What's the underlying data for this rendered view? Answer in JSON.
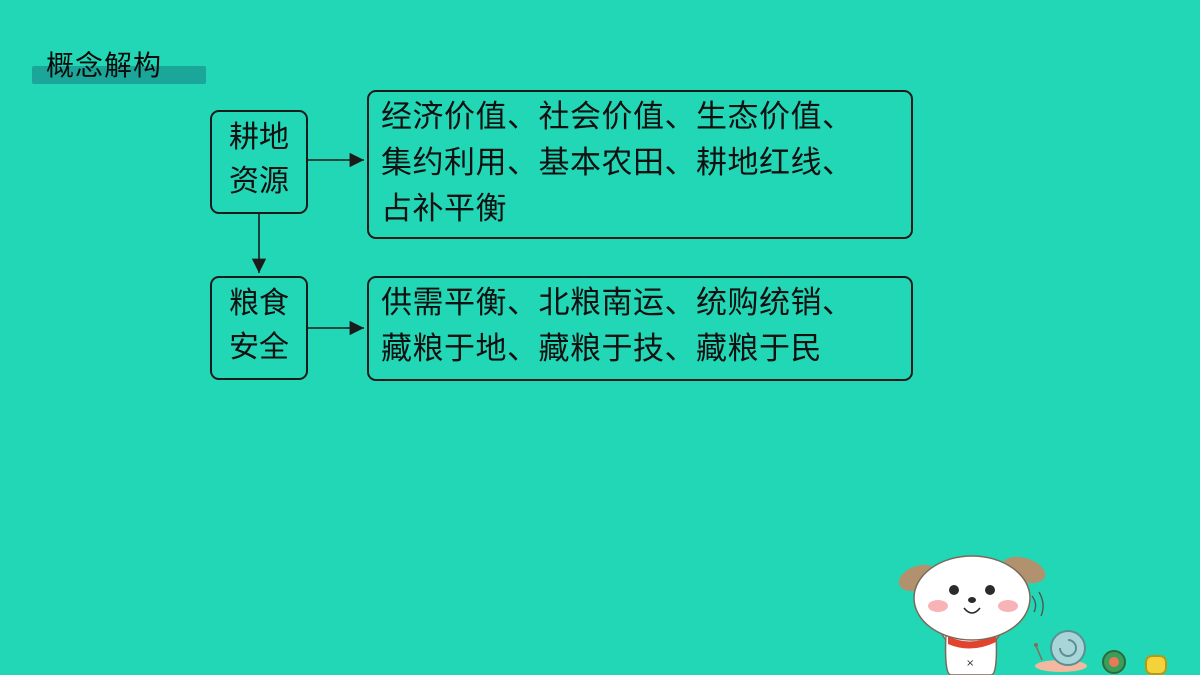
{
  "heading": "概念解构",
  "nodes": {
    "farmland": {
      "lines": [
        "耕地",
        "资源"
      ]
    },
    "farmland_details": {
      "lines": [
        "经济价值、社会价值、生态价值、",
        "集约利用、基本农田、耕地红线、",
        "占补平衡"
      ]
    },
    "food": {
      "lines": [
        "粮食",
        "安全"
      ]
    },
    "food_details": {
      "lines": [
        "供需平衡、北粮南运、统购统销、",
        "藏粮于地、藏粮于技、藏粮于民"
      ]
    }
  },
  "colors": {
    "background": "#22d7b5",
    "heading_bar": "#1aa79a",
    "stroke": "#1b1b1b"
  },
  "icons": [
    "cartoon-dog-icon",
    "snail-icon"
  ]
}
